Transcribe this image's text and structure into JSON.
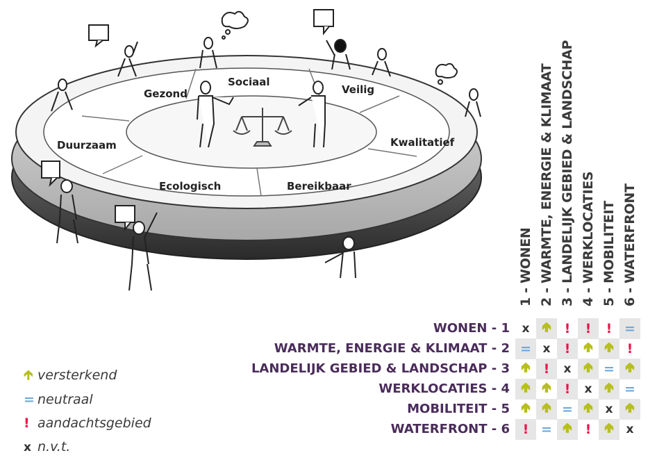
{
  "disc_labels": [
    "Sociaal",
    "Gezond",
    "Veilig",
    "Duurzaam",
    "Kwalitatief",
    "Ecologisch",
    "Bereikbaar"
  ],
  "columns": [
    "1 - WONEN",
    "2 - WARMTE, ENERGIE & KLIMAAT",
    "3 - LANDELIJK GEBIED & LANDSCHAP",
    "4 - WERKLOCATIES",
    "5 - MOBILITEIT",
    "6 - WATERFRONT"
  ],
  "rows": [
    {
      "label": "WONEN - 1",
      "cells": [
        "x",
        "up",
        "!",
        "!",
        "!",
        "="
      ]
    },
    {
      "label": "WARMTE, ENERGIE & KLIMAAT - 2",
      "cells": [
        "=",
        "x",
        "!",
        "up",
        "up",
        "!"
      ]
    },
    {
      "label": "LANDELIJK GEBIED & LANDSCHAP - 3",
      "cells": [
        "up",
        "!",
        "x",
        "up",
        "=",
        "up"
      ]
    },
    {
      "label": "WERKLOCATIES - 4",
      "cells": [
        "up",
        "up",
        "!",
        "x",
        "up",
        "="
      ]
    },
    {
      "label": "MOBILITEIT - 5",
      "cells": [
        "up",
        "up",
        "=",
        "up",
        "x",
        "up"
      ]
    },
    {
      "label": "WATERFRONT - 6",
      "cells": [
        "!",
        "=",
        "up",
        "!",
        "up",
        "x"
      ]
    }
  ],
  "legend": [
    {
      "symbol": "up",
      "text": "versterkend"
    },
    {
      "symbol": "=",
      "text": "neutraal"
    },
    {
      "symbol": "!",
      "text": "aandachtsgebied"
    },
    {
      "symbol": "x",
      "text": "n.v.t."
    }
  ],
  "colors": {
    "up": "#b7bf1e",
    "eq": "#6fa8dc",
    "ex": "#e8174a",
    "x": "#333333",
    "rowlabel": "#4a2c5a"
  }
}
